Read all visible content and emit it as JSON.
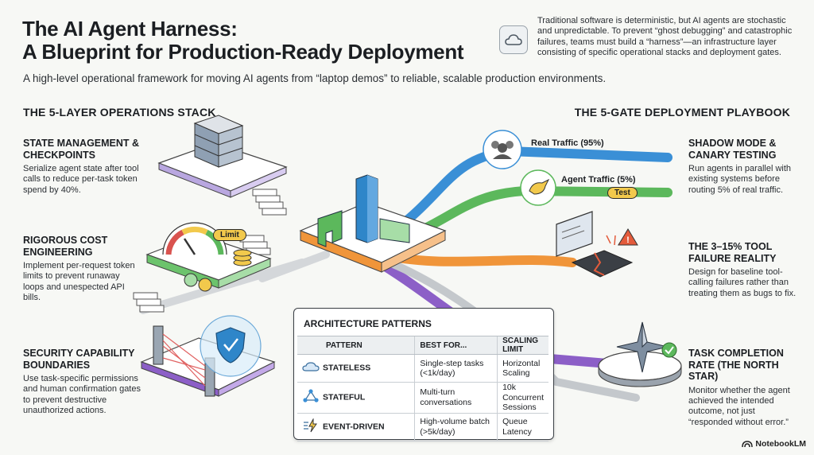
{
  "title_line1": "The AI Agent Harness:",
  "title_line2": "A Blueprint for Production-Ready Deployment",
  "subtitle": "A high-level operational framework for moving AI agents from “laptop demos” to reliable, scalable production environments.",
  "intro": "Traditional software is deterministic, but AI agents are stochastic and unpredictable. To prevent “ghost debugging” and catastrophic failures, teams must build a “harness”—an infrastructure layer consisting of specific operational stacks and deployment gates.",
  "left_section": {
    "heading": "THE 5-LAYER OPERATIONS STACK",
    "items": [
      {
        "title": "STATE MANAGEMENT & CHECKPOINTS",
        "desc": "Serialize agent state after tool calls to reduce per-task token spend by 40%."
      },
      {
        "title": "RIGOROUS COST ENGINEERING",
        "desc": "Implement per-request token limits to prevent runaway loops and unespected API bills."
      },
      {
        "title": "SECURITY CAPABILITY BOUNDARIES",
        "desc": "Use task-specific permissions and human confirmation gates to prevent destructive unauthorized actions."
      }
    ]
  },
  "right_section": {
    "heading": "THE 5-GATE DEPLOYMENT PLAYBOOK",
    "items": [
      {
        "title": "SHADOW MODE & CANARY TESTING",
        "desc": "Run agents in parallel with existing systems before routing 5% of real traffic."
      },
      {
        "title": "THE 3–15% TOOL FAILURE REALITY",
        "desc": "Design for baseline tool-calling failures rather than treating them as bugs to fix."
      },
      {
        "title": "TASK COMPLETION RATE (THE NORTH STAR)",
        "desc": "Monitor whether the agent achieved the intended outcome, not just “responded without error.”"
      }
    ]
  },
  "diagram": {
    "real_traffic": "Real Traffic (95%)",
    "agent_traffic": "Agent Traffic (5%)",
    "test_badge": "Test",
    "limit_badge": "Limit"
  },
  "architecture": {
    "title": "ARCHITECTURE PATTERNS",
    "headers": [
      "PATTERN",
      "BEST FOR...",
      "SCALING LIMIT"
    ],
    "rows": [
      {
        "pattern": "STATELESS",
        "best_for": "Single-step tasks (<1k/day)",
        "limit": "Horizontal Scaling",
        "icon": "cloud-icon"
      },
      {
        "pattern": "STATEFUL",
        "best_for": "Multi-turn conversations",
        "limit": "10k Concurrent Sessions",
        "icon": "network-icon"
      },
      {
        "pattern": "EVENT-DRIVEN",
        "best_for": "High-volume batch (>5k/day)",
        "limit": "Queue Latency",
        "icon": "lightning-icon"
      }
    ]
  },
  "brand": "NotebookLM",
  "colors": {
    "blue": "#3a8fd6",
    "green": "#5cb85c",
    "orange": "#f0953a",
    "purple": "#8c5fc7",
    "yellow": "#f2c94c",
    "red": "#d9534f"
  }
}
